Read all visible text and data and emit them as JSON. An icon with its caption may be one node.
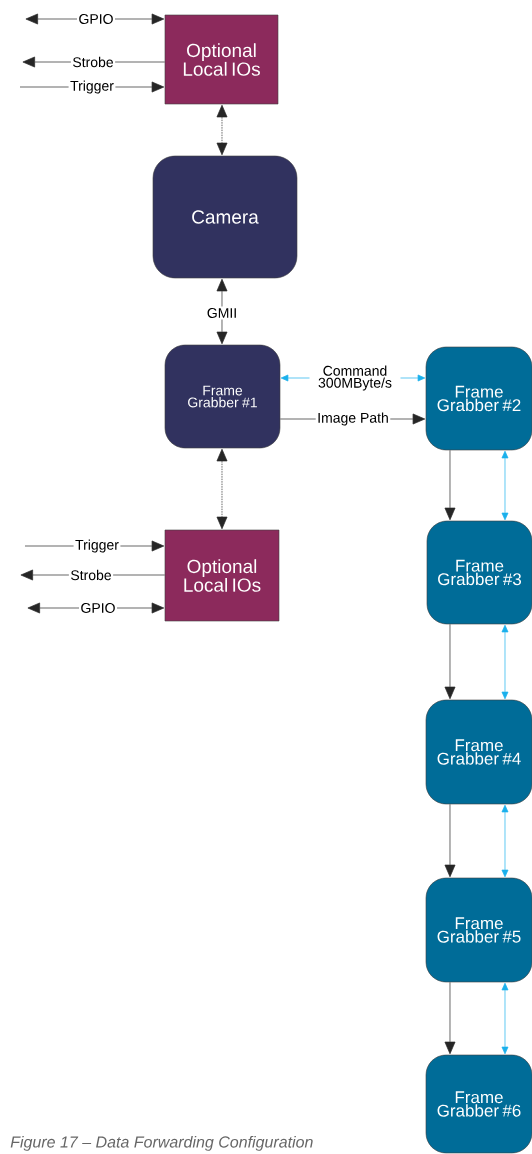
{
  "diagram": {
    "caption": "Figure 17 – Data Forwarding Configuration",
    "nodes": [
      {
        "text": [
          "Optional Local IOs"
        ]
      },
      {
        "text": [
          "Camera"
        ]
      },
      {
        "text": [
          "Frame Grabber #1"
        ]
      },
      {
        "text": [
          "Optional Local IOs"
        ]
      },
      {
        "text": [
          "Frame Grabber #2"
        ]
      },
      {
        "text": [
          "Frame Grabber #3"
        ]
      },
      {
        "text": [
          "Frame Grabber #4"
        ]
      },
      {
        "text": [
          "Frame Grabber #5"
        ]
      },
      {
        "text": [
          "Frame Grabber #6"
        ]
      }
    ],
    "edges": [
      {
        "from": null,
        "to": 0,
        "arrow": "both",
        "label": "GPIO"
      },
      {
        "from": 0,
        "to": null,
        "arrow": "to",
        "label": "Strobe"
      },
      {
        "from": null,
        "to": 0,
        "arrow": "to",
        "label": "Trigger"
      },
      {
        "from": 0,
        "to": 1,
        "arrow": "both",
        "style": "dashed"
      },
      {
        "from": 1,
        "to": 2,
        "arrow": "both",
        "label": "GMII"
      },
      {
        "from": 2,
        "to": 4,
        "arrow": "both",
        "label": "Command 300MByte/s",
        "color": "#1ab0ec"
      },
      {
        "from": 2,
        "to": 4,
        "arrow": "to",
        "label": "Image Path"
      },
      {
        "from": 2,
        "to": 3,
        "arrow": "both",
        "style": "dashed"
      },
      {
        "from": null,
        "to": 3,
        "arrow": "to",
        "label": "Trigger"
      },
      {
        "from": 3,
        "to": null,
        "arrow": "to",
        "label": "Strobe"
      },
      {
        "from": null,
        "to": 3,
        "arrow": "both",
        "label": "GPIO"
      },
      {
        "from": 4,
        "to": 5,
        "arrow": "to"
      },
      {
        "from": 4,
        "to": 5,
        "arrow": "both",
        "color": "#1ab0ec"
      },
      {
        "from": 5,
        "to": 6,
        "arrow": "to"
      },
      {
        "from": 5,
        "to": 6,
        "arrow": "both",
        "color": "#1ab0ec"
      },
      {
        "from": 6,
        "to": 7,
        "arrow": "to"
      },
      {
        "from": 6,
        "to": 7,
        "arrow": "both",
        "color": "#1ab0ec"
      },
      {
        "from": 7,
        "to": 8,
        "arrow": "to"
      },
      {
        "from": 7,
        "to": 8,
        "arrow": "both",
        "color": "#1ab0ec"
      }
    ]
  }
}
